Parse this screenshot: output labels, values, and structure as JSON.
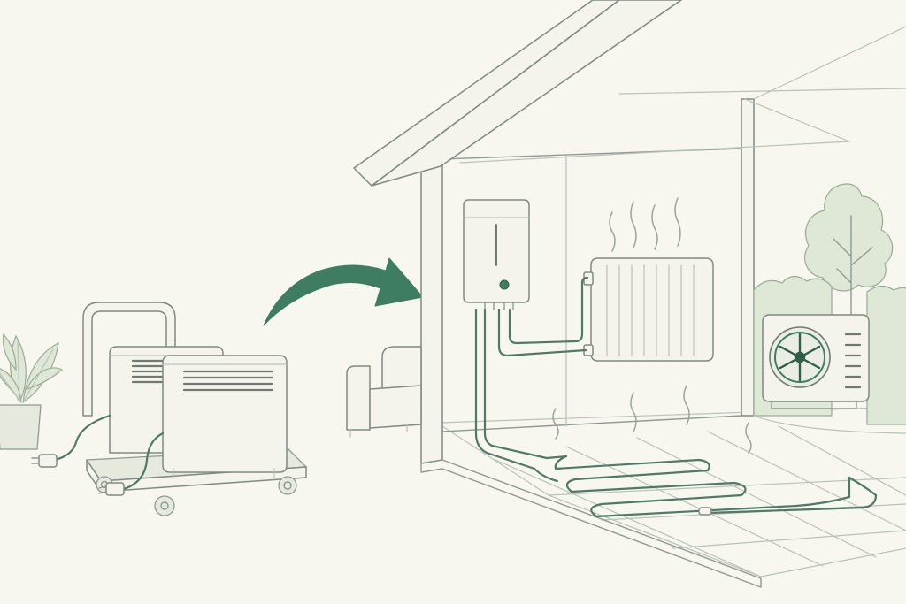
{
  "colors": {
    "background": "#f8f7ef",
    "accent": "#3f7d62",
    "line": "#8f9a90",
    "fill": "#f4f4ec"
  },
  "illustration": {
    "left_group": [
      "houseplant",
      "mobile-electric-heaters-on-trolley",
      "power-plugs"
    ],
    "transition": "arrow-right",
    "right_group": [
      "house-cutaway",
      "boiler-unit",
      "wall-radiator",
      "underfloor-heating-loop",
      "outdoor-heat-pump",
      "sofa",
      "garden-tree"
    ]
  }
}
